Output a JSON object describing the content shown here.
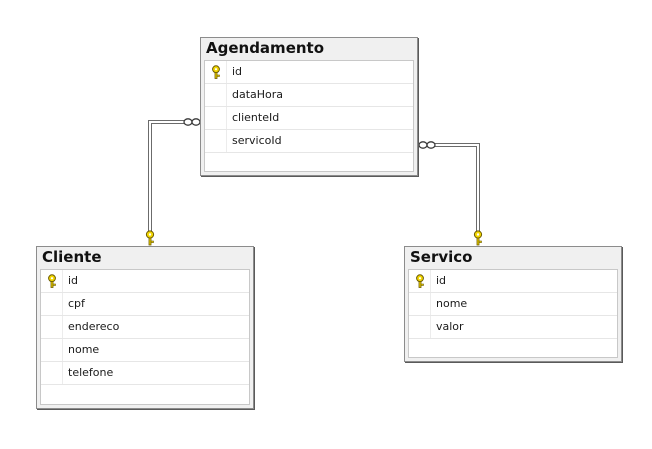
{
  "diagram": {
    "tables": [
      {
        "id": "agendamento",
        "name": "Agendamento",
        "columns": [
          {
            "name": "id",
            "pk": true
          },
          {
            "name": "dataHora",
            "pk": false
          },
          {
            "name": "clienteId",
            "pk": false
          },
          {
            "name": "servicoId",
            "pk": false
          }
        ]
      },
      {
        "id": "cliente",
        "name": "Cliente",
        "columns": [
          {
            "name": "id",
            "pk": true
          },
          {
            "name": "cpf",
            "pk": false
          },
          {
            "name": "endereco",
            "pk": false
          },
          {
            "name": "nome",
            "pk": false
          },
          {
            "name": "telefone",
            "pk": false
          }
        ]
      },
      {
        "id": "servico",
        "name": "Servico",
        "columns": [
          {
            "name": "id",
            "pk": true
          },
          {
            "name": "nome",
            "pk": false
          },
          {
            "name": "valor",
            "pk": false
          }
        ]
      }
    ],
    "relationships": [
      {
        "from_table": "Agendamento",
        "from_end": "many",
        "to_table": "Cliente",
        "to_end": "one-key"
      },
      {
        "from_table": "Agendamento",
        "from_end": "many",
        "to_table": "Servico",
        "to_end": "one-key"
      }
    ],
    "colors": {
      "table_header_bg": "#f0f0f0",
      "table_border": "#8c8c8c",
      "key_icon": "#f2d600",
      "relationship_line": "#6b6b6b"
    },
    "icons": {
      "primary_key": "key-icon",
      "many_end": "infinity-icon",
      "one_end": "key-icon"
    }
  }
}
